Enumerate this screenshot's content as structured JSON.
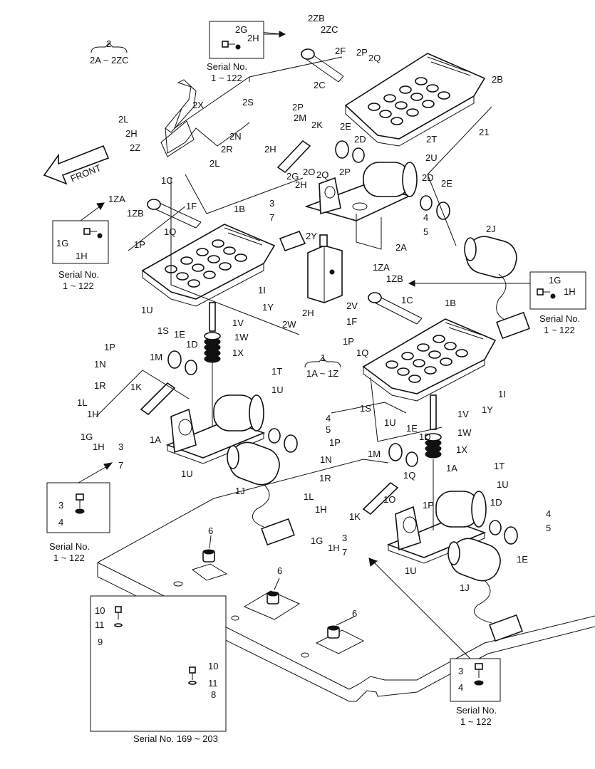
{
  "group_top": {
    "num": "2",
    "range": "2A ~ 2ZC"
  },
  "group_mid": {
    "num": "1",
    "range": "1A ~ 1Z"
  },
  "front": "FRONT",
  "serial": {
    "s1": "Serial No.",
    "s1r": "1 ~ 122",
    "s169": "Serial No. 169 ~ 203"
  },
  "labels": {
    "l2ZB": "2ZB",
    "l2ZC": "2ZC",
    "l2G": "2G",
    "l2H": "2H",
    "l2F": "2F",
    "l2P": "2P",
    "l2Q": "2Q",
    "l2B": "2B",
    "l2C": "2C",
    "l2S": "2S",
    "l2P2": "2P",
    "l2M": "2M",
    "l2X": "2X",
    "l2L": "2L",
    "l2H2": "2H",
    "l2Z": "2Z",
    "l2N": "2N",
    "l2K": "2K",
    "l2E": "2E",
    "l2D": "2D",
    "l2T": "2T",
    "l2R": "2R",
    "l2H3": "2H",
    "l2L2": "2L",
    "l2U": "2U",
    "l2O": "2O",
    "l2Q2": "2Q",
    "l2P3": "2P",
    "l2G2": "2G",
    "l2H4": "2H",
    "l2D2": "2D",
    "l2E2": "2E",
    "l21": "21",
    "l3": "3",
    "l7": "7",
    "l4": "4",
    "l5": "5",
    "l2J": "2J",
    "l2Y": "2Y",
    "l2A": "2A",
    "l1ZA": "1ZA",
    "l1C": "1C",
    "l1F": "1F",
    "l1ZB": "1ZB",
    "l1B": "1B",
    "l1Q": "1Q",
    "l1P": "1P",
    "l1I": "1I",
    "l1Y": "1Y",
    "l1U": "1U",
    "l1V": "1V",
    "l1S": "1S",
    "l1W": "1W",
    "l1E": "1E",
    "l1D": "1D",
    "l1X": "1X",
    "l1P2": "1P",
    "l1M": "1M",
    "l1N": "1N",
    "l1T": "1T",
    "l1R": "1R",
    "l1K": "1K",
    "l1U2": "1U",
    "l1L": "1L",
    "l1H": "1H",
    "l1G": "1G",
    "l1H2": "1H",
    "l1A": "1A",
    "l3b": "3",
    "l4b": "4",
    "l5b": "5",
    "l7b": "7",
    "l1U3": "1U",
    "l1J": "1J",
    "l2V": "2V",
    "l2W": "2W",
    "l2H5": "2H",
    "l1ZA2": "1ZA",
    "l1ZB2": "1ZB",
    "l1C2": "1C",
    "l1B2": "1B",
    "l1F2": "1F",
    "l1P3": "1P",
    "l1Q2": "1Q",
    "l1I2": "1I",
    "l1Y2": "1Y",
    "l1U4": "1U",
    "l1V2": "1V",
    "l1S2": "1S",
    "l1W2": "1W",
    "l1P4": "1P",
    "l1E2": "1E",
    "l1D2": "1D",
    "l1X2": "1X",
    "l1N2": "1N",
    "l1M2": "1M",
    "l1R2": "1R",
    "l1Q3": "1Q",
    "l1A2": "1A",
    "l1T2": "1T",
    "l1U5": "1U",
    "l1L2": "1L",
    "l1O": "1O",
    "l1P5": "1P",
    "l1H3": "1H",
    "l1K2": "1K",
    "l1G2": "1G",
    "l3c": "3",
    "l1H4": "1H",
    "l7c": "7",
    "l1D3": "1D",
    "l4c": "4",
    "l5c": "5",
    "l1E3": "1E",
    "l1U6": "1U",
    "l1J2": "1J",
    "l6a": "6",
    "l6b": "6",
    "l6c": "6",
    "l10a": "10",
    "l11a": "11",
    "l9": "9",
    "l10b": "10",
    "l11b": "11",
    "l8": "8",
    "b1G": "1G",
    "b1H": "1H",
    "b3": "3",
    "b4": "4",
    "b1G2": "1G",
    "b1H2": "1H",
    "b3b": "3",
    "b4b": "4"
  }
}
